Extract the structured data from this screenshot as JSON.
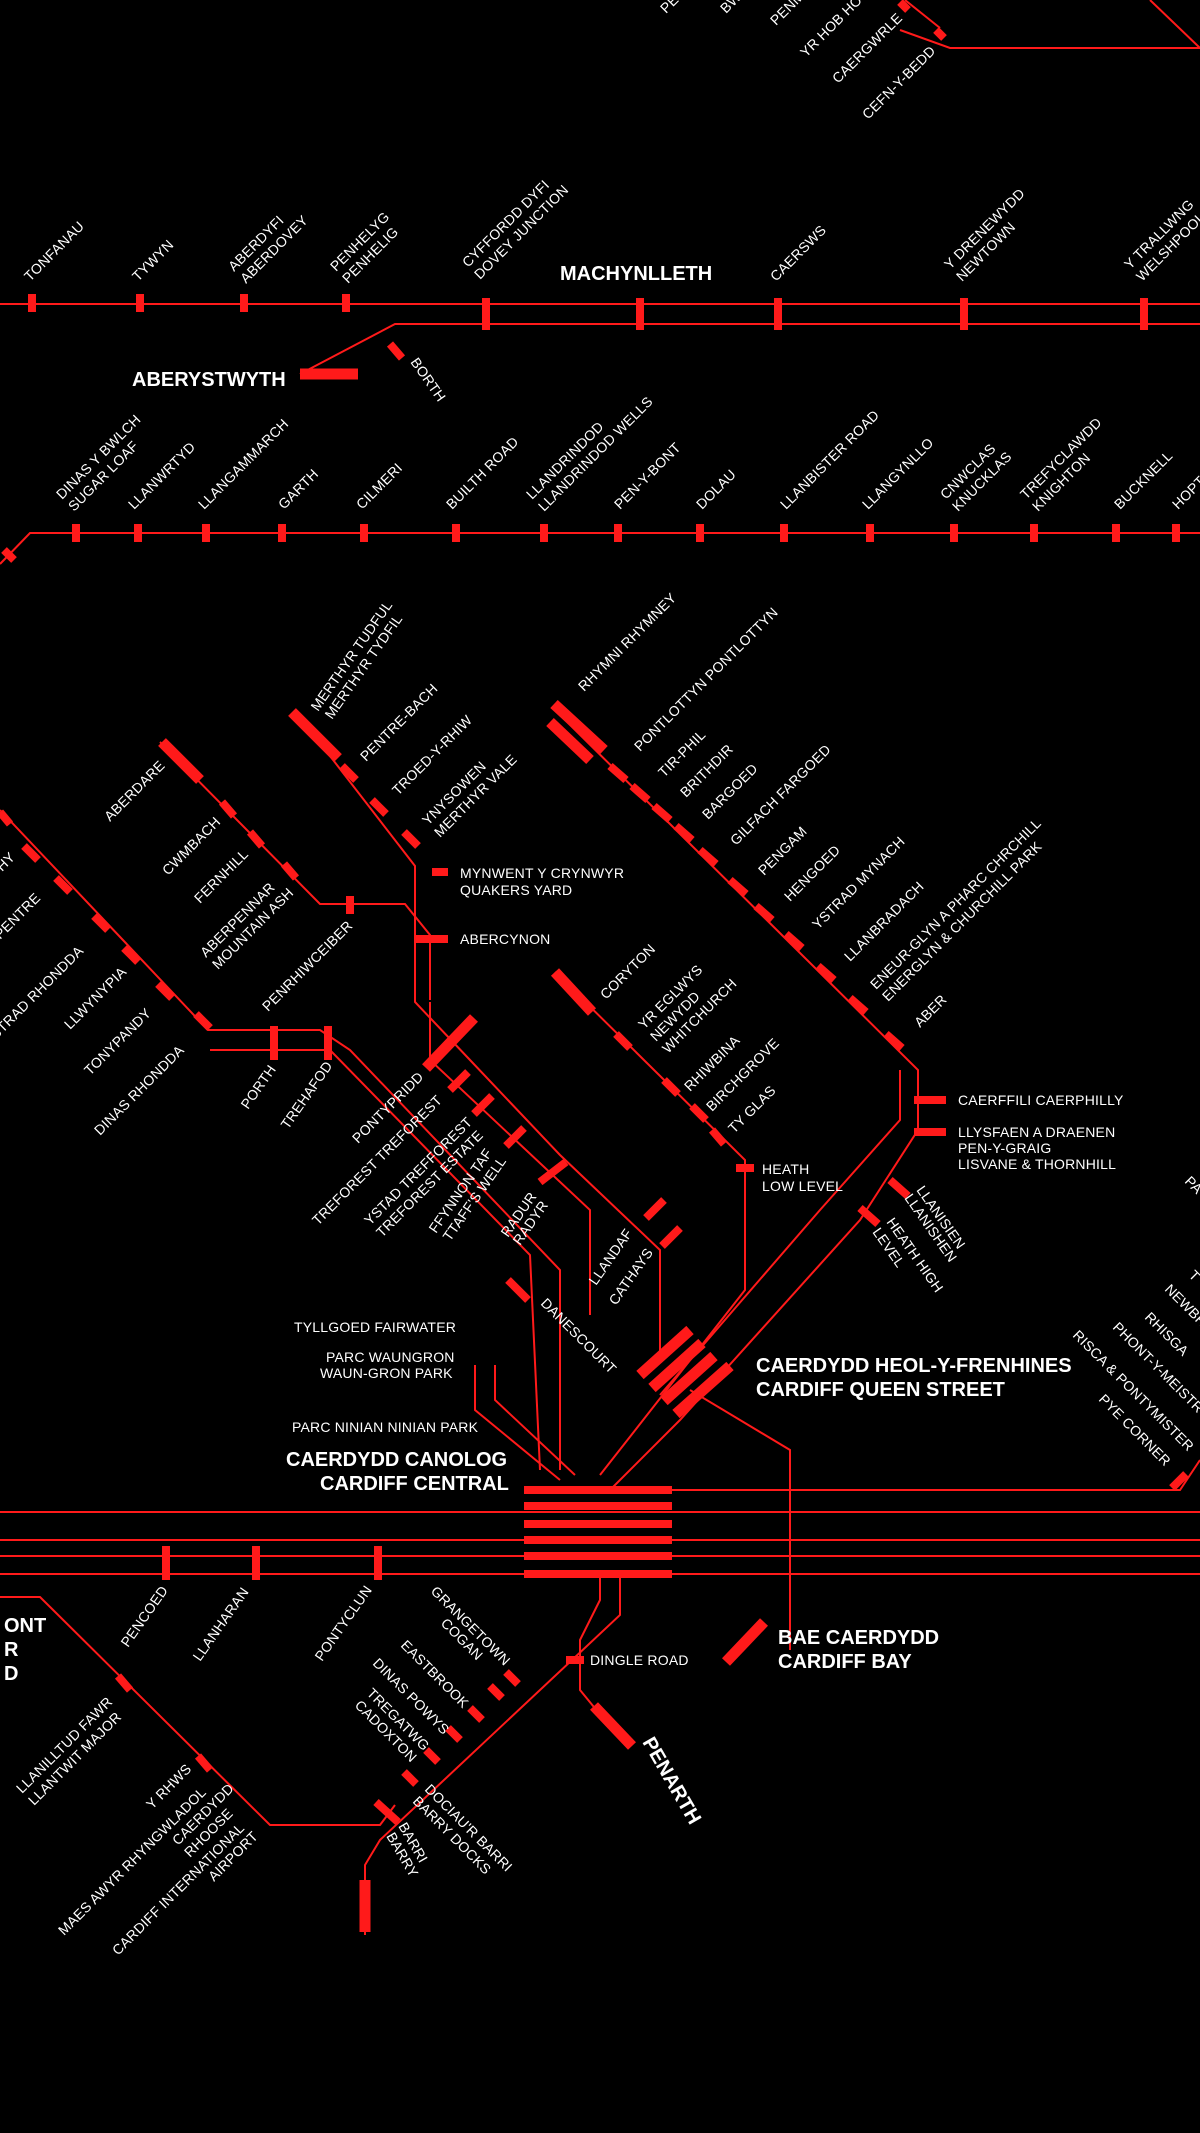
{
  "map": {
    "stations": {
      "penhelig_top": "PEN",
      "bw": "BW",
      "penmaen": "PENM",
      "yr_hob": "YR HOB HO",
      "caergwrle": "CAERGWRLE",
      "cefn_y_bedd": "CEFN-Y-BEDD",
      "tonfanau": "TONFANAU",
      "tywyn": "TYWYN",
      "aberdyfi_1": "ABERDYFI",
      "aberdyfi_2": "ABERDOVEY",
      "penhelyg_1": "PENHELYG",
      "penhelyg_2": "PENHELIG",
      "cyffordd_1": "CYFFORDD DYFI",
      "cyffordd_2": "DOVEY JUNCTION",
      "machynlleth": "MACHYNLLETH",
      "caersws": "CAERSWS",
      "drenewydd_1": "Y DRENEWYDD",
      "drenewydd_2": "NEWTOWN",
      "trallwng_1": "Y TRALLWNG",
      "trallwng_2": "WELSHPOOL",
      "aberystwyth": "ABERYSTWYTH",
      "borth": "BORTH",
      "dinas_1": "DINAS Y BWLCH",
      "dinas_2": "SUGAR LOAF",
      "llanwrtyd": "LLANWRTYD",
      "llangammarch": "LLANGAMMARCH",
      "garth": "GARTH",
      "cilmeri": "CILMERI",
      "builth": "BUILTH ROAD",
      "llandrindod_1": "LLANDRINDOD",
      "llandrindod_2": "LLANDRINDOD WELLS",
      "pen_y_bont": "PEN-Y-BONT",
      "dolau": "DOLAU",
      "llanbister": "LLANBISTER ROAD",
      "llangynllo": "LLANGYNLLO",
      "cnwclas_1": "CNWCLAS",
      "cnwclas_2": "KNUCKLAS",
      "trefyclawdd_1": "TREFYCLAWDD",
      "trefyclawdd_2": "KNIGHTON",
      "bucknell": "BUCKNELL",
      "hopton": "HOPT",
      "merthyr_1": "MERTHYR TUDFUL",
      "merthyr_2": "MERTHYR TYDFIL",
      "pentre_bach": "PENTRE-BACH",
      "troed_y_rhiw": "TROED-Y-RHIW",
      "ynysowen_1": "YNYSOWEN",
      "ynysowen_2": "MERTHYR VALE",
      "quakers_1": "MYNWENT Y CRYNWYR",
      "quakers_2": "QUAKERS YARD",
      "abercynon": "ABERCYNON",
      "aberdare": "ABERDARE",
      "cwmbach": "CWMBACH",
      "fernhill": "FERNHILL",
      "mountain_ash_1": "ABERPENNAR",
      "mountain_ash_2": "MOUNTAIN ASH",
      "penrhiwceiber": "PENRHIWCEIBER",
      "rhymni": "RHYMNI RHYMNEY",
      "pontlottyn": "PONTLOTTYN PONTLOTTYN",
      "tir_phil": "TIR-PHIL",
      "brithdir": "BRITHDIR",
      "bargoed": "BARGOED",
      "gilfach": "GILFACH FARGOED",
      "pengam": "PENGAM",
      "hengoed": "HENGOED",
      "ystrad_mynach": "YSTRAD MYNACH",
      "llanbradach": "LLANBRADACH",
      "energlyn_1": "ENEUR-GLYN A PHARC CHRCHILL",
      "energlyn_2": "ENERGLYN & CHURCHILL PARK",
      "aber": "ABER",
      "caerphilly": "CAERFFILI CAERPHILLY",
      "lisvane_1": "LLYSFAEN A DRAENEN",
      "lisvane_2": "PEN-Y-GRAIG",
      "lisvane_3": "LISVANE & THORNHILL",
      "coryton": "CORYTON",
      "whitchurch_1": "YR EGLWYS",
      "whitchurch_2": "NEWYDD",
      "whitchurch_3": "WHITCHURCH",
      "rhiwbina": "RHIWBINA",
      "birchgrove": "BIRCHGROVE",
      "ty_glas": "TY GLAS",
      "heath_low_1": "HEATH",
      "heath_low_2": "LOW LEVEL",
      "llanishen_1": "LLANISIEN",
      "llanishen_2": "LLANISHEN",
      "heath_high_1": "HEATH HIGH",
      "heath_high_2": "LEVEL",
      "treherbert": "HY",
      "ton_pentre": "N PENTRE",
      "ystrad_rhondda": "STRAD RHONDDA",
      "llwynypia": "LLWYNYPIA",
      "tonypandy": "TONYPANDY",
      "dinas_rhondda": "DINAS RHONDDA",
      "porth": "PORTH",
      "trehafod": "TREHAFOD",
      "pontypridd": "PONTYPRIDD",
      "treforest": "TREFOREST TREFOREST",
      "treforest_estate_1": "YSTAD TREFFOREST",
      "treforest_estate_2": "TREFOREST ESTATE",
      "taffs_well_1": "FFYNNON TAF",
      "taffs_well_2": "TTAFF'S WELL",
      "radyr_1": "RADUR",
      "radyr_2": "RADYR",
      "llandaf": "LLANDAF",
      "cathays": "CATHAYS",
      "danescourt": "DANESCOURT",
      "fairwater": "TYLLGOED FAIRWATER",
      "waun_gron_1": "PARC WAUNGRON",
      "waun_gron_2": "WAUN-GRON PARK",
      "ninian_park": "PARC NINIAN NINIAN PARK",
      "queen_st_1": "CAERDYDD HEOL-Y-FRENHINES",
      "queen_st_2": "CARDIFF QUEEN STREET",
      "central_1": "CAERDYDD CANOLOG",
      "central_2": "CARDIFF CENTRAL",
      "pencoed": "PENCOED",
      "llanharan": "LLANHARAN",
      "pontyclun": "PONTYCLUN",
      "bridgend_1": "ONT",
      "bridgend_2": "R",
      "bridgend_3": "D",
      "llantwit_1": "LLANILLTUD FAWR",
      "llantwit_2": "LLANTWIT MAJOR",
      "rhoose_1": "Y RHWS",
      "rhoose_2": "MAES AWYR RHYNGWLADOL",
      "rhoose_3": "CAERDYDD",
      "rhoose_4": "RHOOSE",
      "rhoose_5": "CARDIFF INTERNATIONAL",
      "rhoose_6": "AIRPORT",
      "grangetown": "GRANGETOWN",
      "cogan": "COGAN",
      "eastbrook": "EASTBROOK",
      "dinas_powys": "DINAS POWYS",
      "cadoxton_1": "TREGATWG",
      "cadoxton_2": "CADOXTON",
      "barry_docks_1": "DOCIAU'R BARRI",
      "barry_docks_2": "BARRY DOCKS",
      "barry_1": "BARRI",
      "barry_2": "BARRY",
      "dingle_road": "DINGLE ROAD",
      "penarth": "PENARTH",
      "cardiff_bay_1": "BAE CAERDYDD",
      "cardiff_bay_2": "CARDIFF BAY",
      "pye_corner": "PYE CORNER",
      "risca_1": "RISCA & PONTYMISTER",
      "risca_2": "PHONT-Y-MEISTR",
      "rhiwderin": "RHISGA",
      "newbridge": "NEWBRI",
      "t_edge": "T",
      "pa_edge": "PA"
    },
    "line_color": "#ff1a1a",
    "background": "#000000"
  }
}
